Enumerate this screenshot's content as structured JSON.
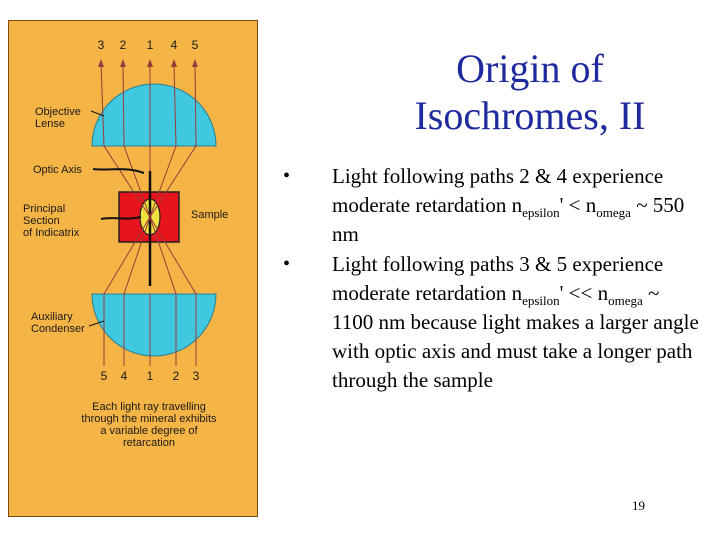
{
  "title": "Origin of\nIsochromes, II",
  "slide_number": "19",
  "bullets": [
    {
      "lead": "Light following paths 2 & 4 experience moderate retardation n",
      "sub1": "epsilon",
      "mid": "' < n",
      "sub2": "omega",
      "tail": " ~ 550 nm"
    },
    {
      "lead": "Light following paths 3 & 5 experience moderate retardation n",
      "sub1": "epsilon",
      "mid": "' << n",
      "sub2": "omega",
      "tail": " ~ 1100 nm because light makes a larger angle with optic axis and must take a longer path through the sample"
    }
  ],
  "figure": {
    "top_paths": [
      "3",
      "2",
      "1",
      "4",
      "5"
    ],
    "bottom_paths": [
      "5",
      "4",
      "1",
      "2",
      "3"
    ],
    "labels": {
      "objective_lens": "Objective\nLense",
      "optic_axis": "Optic Axis",
      "principal_section": "Principal\nSection\nof Indicatrix",
      "sample": "Sample",
      "auxiliary_condenser": "Auxiliary\nCondenser",
      "caption": "Each light ray travelling\nthrough the mineral exhibits\na variable degree of\nretarcation"
    },
    "colors": {
      "background": "#f5b446",
      "lens": "#40c8e0",
      "sample": "#e8141c",
      "indicatrix": "#f0e040",
      "title": "#1f2a9e"
    }
  }
}
